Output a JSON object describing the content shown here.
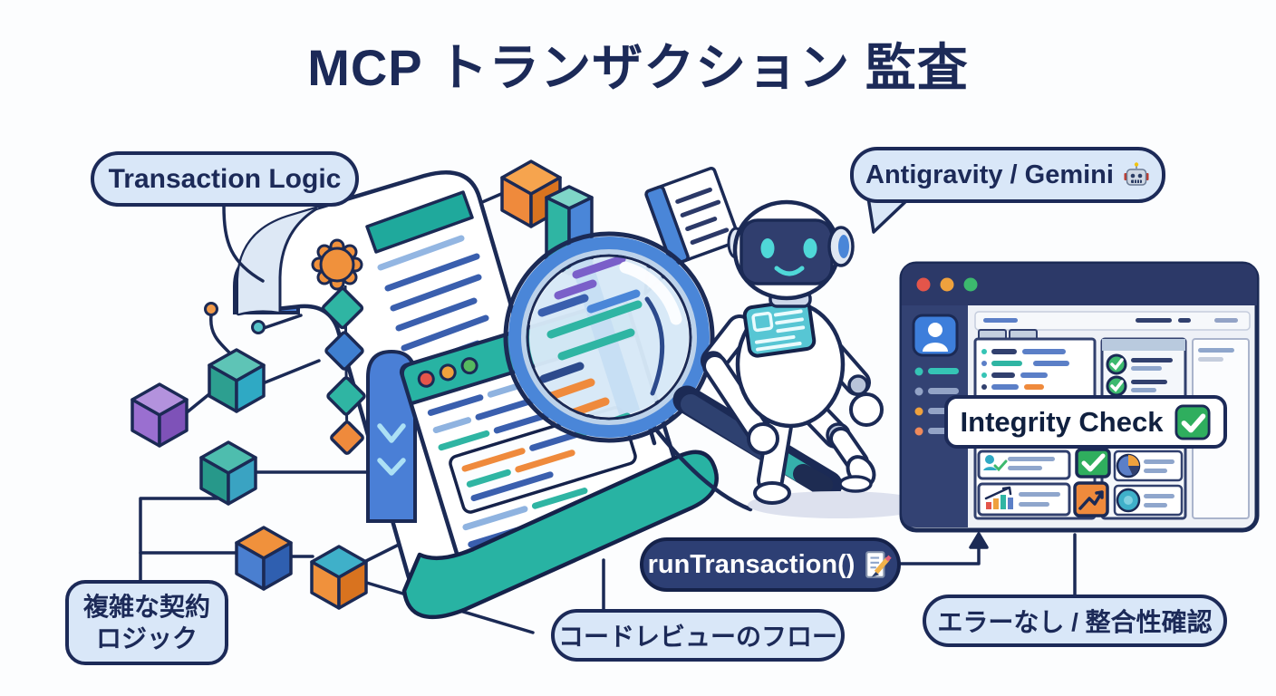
{
  "title": "MCP トランザクション 監査",
  "callouts": {
    "transaction_logic": {
      "label": "Transaction Logic"
    },
    "antigravity": {
      "label": "Antigravity / Gemini",
      "emoji": "🤖"
    },
    "integrity_check": {
      "label": "Integrity Check",
      "emoji": "✅"
    },
    "run_transaction": {
      "label": "runTransaction()",
      "emoji": "📝"
    },
    "complex_contract": {
      "line1": "複雑な契約",
      "line2": "ロジック"
    },
    "code_review_flow": {
      "label": "コードレビューのフロー"
    },
    "no_errors": {
      "label": "エラーなし / 整合性確認"
    }
  },
  "palette": {
    "navy": "#1b2a55",
    "callout_bg": "#d9e7f8",
    "teal": "#2fb5a3",
    "blue": "#4a86d8",
    "orange": "#ef8a3c",
    "green": "#2fae5e",
    "purple": "#9a6fd0",
    "dark_pill": "#2d3f74",
    "window_titlebar": "#2c3968",
    "sidebar": "#334273",
    "traffic_lights": [
      "#e4554a",
      "#efa13d",
      "#3cb96e"
    ]
  }
}
